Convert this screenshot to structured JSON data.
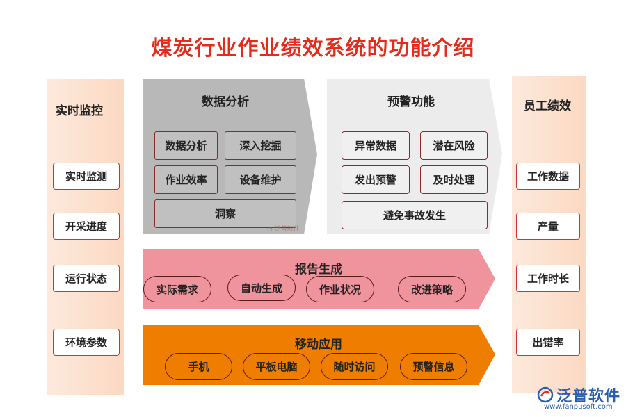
{
  "title": "煤炭行业作业绩效系统的功能介绍",
  "left_column": {
    "title": "实时监控",
    "items": [
      "实时监测",
      "开采进度",
      "运行状态",
      "环境参数"
    ]
  },
  "right_column": {
    "title": "员工绩效",
    "items": [
      "工作数据",
      "产量",
      "工作时长",
      "出错率"
    ]
  },
  "data_analysis": {
    "title": "数据分析",
    "items": [
      "数据分析",
      "深入挖掘",
      "作业效率",
      "设备维护",
      "洞察"
    ]
  },
  "warning": {
    "title": "预警功能",
    "items": [
      "异常数据",
      "潜在风险",
      "发出预警",
      "及时处理",
      "避免事故发生"
    ]
  },
  "report": {
    "title": "报告生成",
    "items": [
      "实际需求",
      "自动生成",
      "作业状况",
      "改进策略"
    ]
  },
  "mobile": {
    "title": "移动应用",
    "items": [
      "手机",
      "平板电脑",
      "随时访问",
      "预警信息"
    ]
  },
  "logo": {
    "name": "泛普软件",
    "url": "www.fanpusoft.com",
    "icon": "fanpu-logo-icon"
  },
  "colors": {
    "title_red": "#e52b1a",
    "grey_panel": "#b8b8b8",
    "light_panel": "#ececec",
    "pink_band": "#ef939c",
    "orange_band": "#ee7d00",
    "side_column": "#fbd9c2"
  }
}
